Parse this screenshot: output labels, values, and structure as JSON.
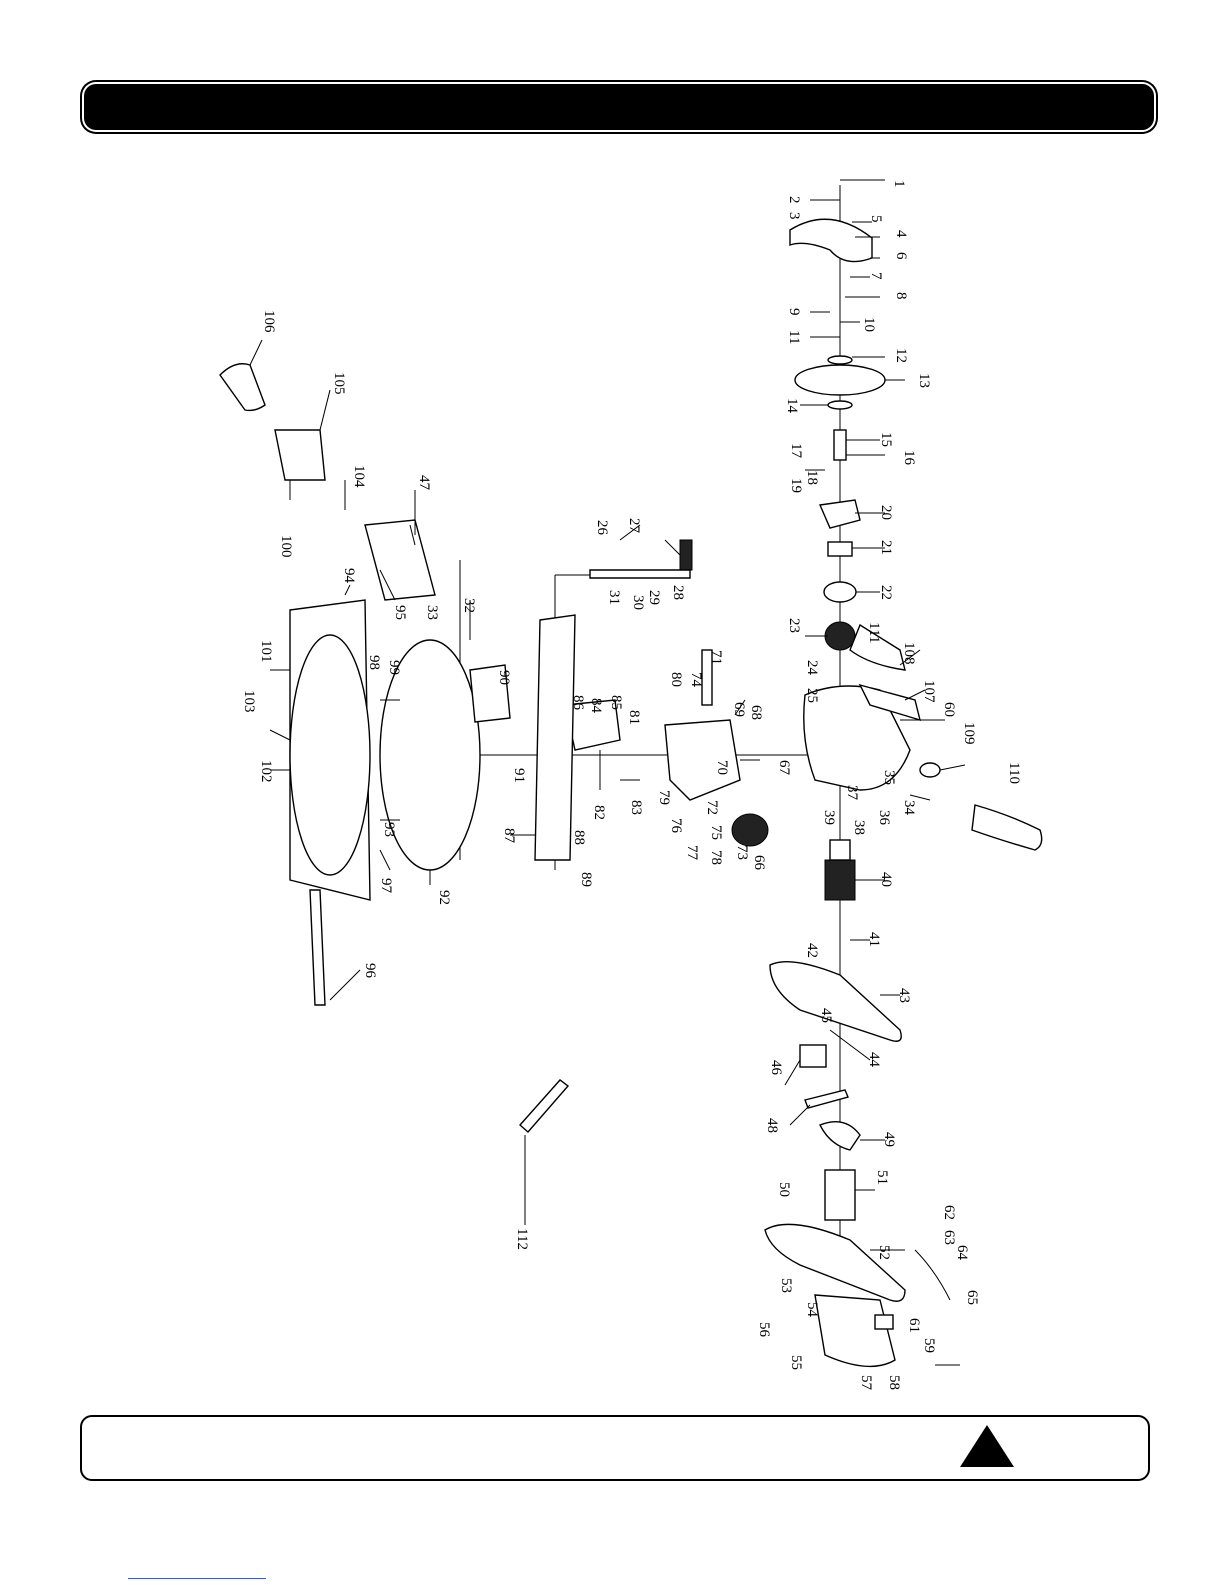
{
  "page": {
    "title": "",
    "footer_text": ""
  },
  "colors": {
    "header": "#000000",
    "line": "#000000",
    "background": "#ffffff"
  },
  "icons": {
    "footer": "warning-triangle-icon"
  },
  "part_numbers": [
    "1",
    "2",
    "3",
    "4",
    "5",
    "6",
    "7",
    "8",
    "9",
    "10",
    "11",
    "12",
    "13",
    "14",
    "15",
    "16",
    "17",
    "18",
    "19",
    "20",
    "21",
    "22",
    "23",
    "24",
    "25",
    "26",
    "27",
    "28",
    "29",
    "30",
    "31",
    "32",
    "33",
    "34",
    "35",
    "36",
    "37",
    "38",
    "39",
    "40",
    "41",
    "42",
    "43",
    "44",
    "45",
    "46",
    "47",
    "48",
    "49",
    "50",
    "51",
    "52",
    "53",
    "54",
    "55",
    "56",
    "57",
    "58",
    "59",
    "60",
    "61",
    "62",
    "63",
    "64",
    "65",
    "66",
    "67",
    "68",
    "69",
    "70",
    "71",
    "72",
    "73",
    "74",
    "75",
    "76",
    "77",
    "78",
    "79",
    "80",
    "81",
    "82",
    "83",
    "84",
    "85",
    "86",
    "87",
    "88",
    "89",
    "90",
    "91",
    "92",
    "93",
    "94",
    "95",
    "96",
    "97",
    "98",
    "99",
    "100",
    "101",
    "102",
    "103",
    "104",
    "105",
    "106",
    "107",
    "108",
    "109",
    "110",
    "111",
    "112"
  ]
}
